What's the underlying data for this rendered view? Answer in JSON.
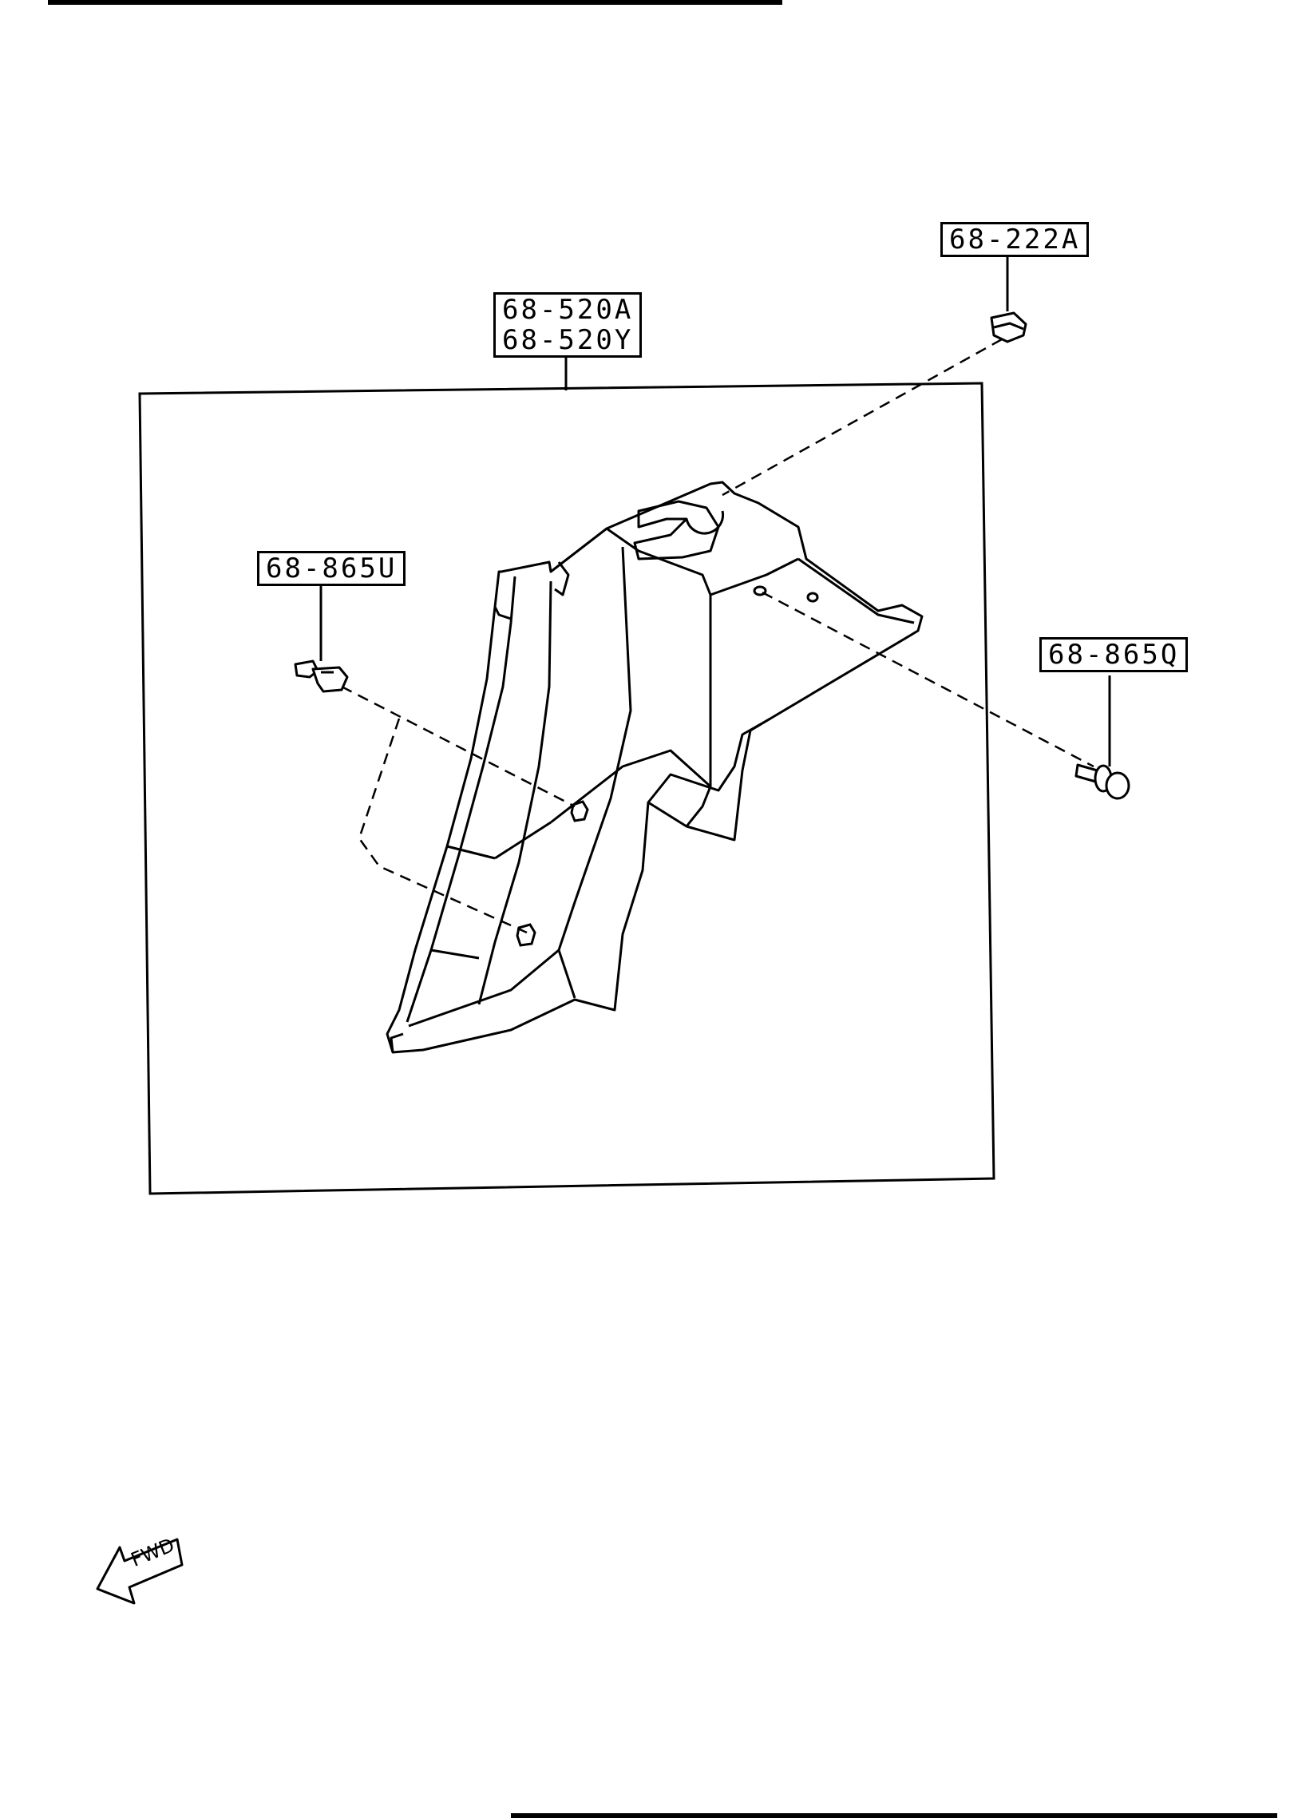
{
  "callouts": {
    "panel": [
      "68-520A",
      "68-520Y"
    ],
    "top_clip": "68-222A",
    "left_fastener": "68-865U",
    "right_screw": "68-865Q"
  },
  "orientation": {
    "arrow_text": "FWD"
  },
  "colors": {
    "line": "#000000",
    "background": "#ffffff"
  }
}
